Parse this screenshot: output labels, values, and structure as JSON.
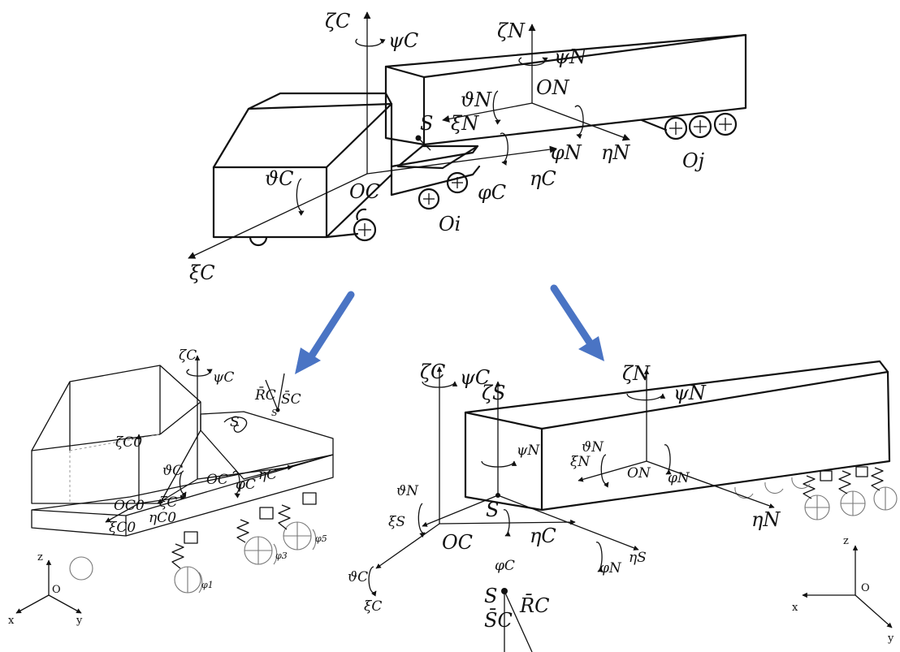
{
  "top": {
    "zeta_c": "ζC",
    "psi_c": "ψC",
    "zeta_n": "ζN",
    "psi_n": "ψN",
    "theta_n": "ϑN",
    "xi_n": "ξN",
    "o_n": "ON",
    "s": "S",
    "phi_n": "φN",
    "eta_n": "ηN",
    "o_j": "Oj",
    "theta_c": "ϑC",
    "o_c": "OC",
    "eta_c": "ηC",
    "phi_c": "φC",
    "o_i": "Oi",
    "xi_c": "ξC"
  },
  "left": {
    "zeta_c": "ζC",
    "psi_c": "ψC",
    "r_c": "R̄C",
    "s_c": "S̄C",
    "s_pt": "S",
    "s_mark": "S",
    "zeta_c0": "ζC0",
    "theta_c": "ϑC",
    "o_c": "OC",
    "phi_c": "φC",
    "eta_c": "ηC",
    "o_c0": "OC0",
    "xi_c": "ξC",
    "eta_c0": "ηC0",
    "xi_c0": "ξC0",
    "phi_5": "φ5",
    "phi_3": "φ3",
    "phi_1": "φ1",
    "axis_z": "z",
    "axis_o": "O",
    "axis_x": "x",
    "axis_y": "y"
  },
  "right": {
    "zeta_c": "ζC",
    "psi_c": "ψC",
    "zeta_s": "ζS",
    "zeta_n": "ζN",
    "psi_n": "ψN",
    "psi_n2": "ψN",
    "theta_n": "ϑN",
    "xi_n": "ξN",
    "o_n": "ON",
    "phi_n": "φN",
    "theta_n2": "ϑN",
    "xi_s": "ξS",
    "s": "S",
    "eta_n": "ηN",
    "theta_c": "ϑC",
    "o_c": "OC",
    "eta_c": "ηC",
    "xi_c": "ξC",
    "phi_c": "φC",
    "phi_n2": "φN",
    "eta_s": "ηS",
    "s_pt": "S",
    "r_c": "R̄C",
    "s_c": "S̄C",
    "axis_z": "z",
    "axis_o": "O",
    "axis_x": "x",
    "axis_y": "y"
  },
  "colors": {
    "arrow": "#4a74c4",
    "line": "#111111"
  }
}
